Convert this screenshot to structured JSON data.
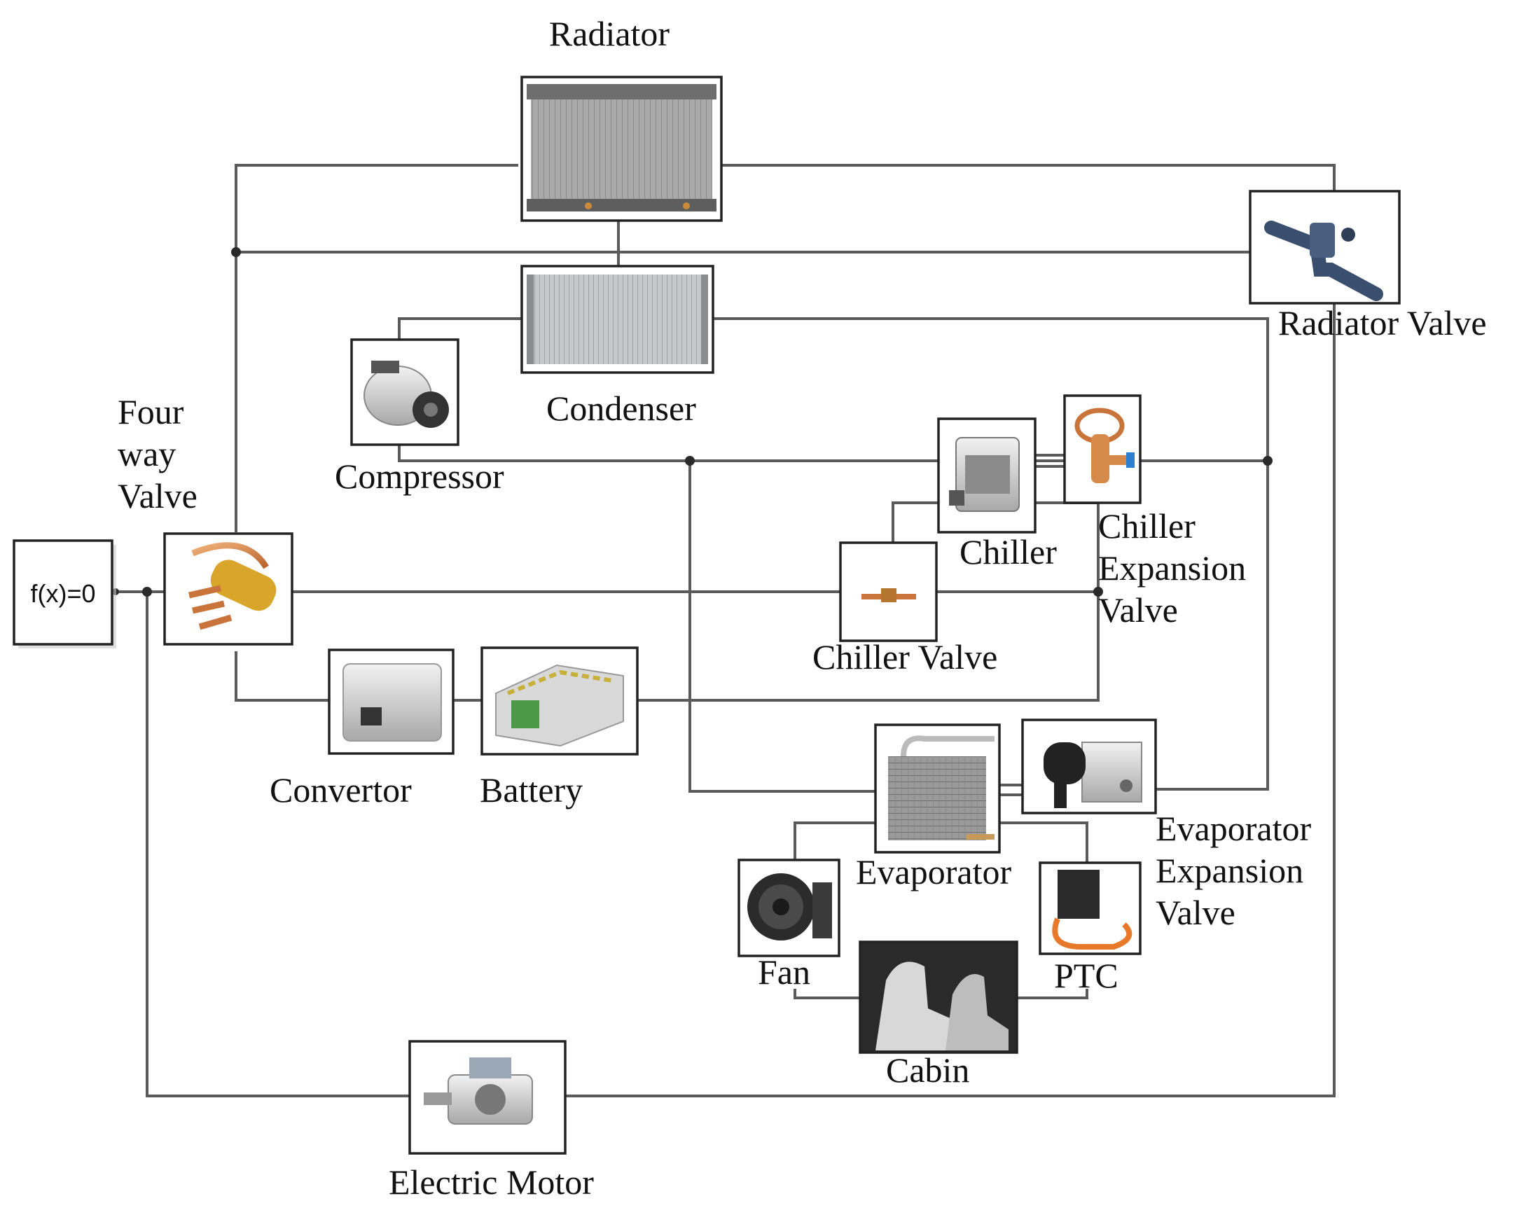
{
  "diagram": {
    "blocks": {
      "radiator": "Radiator",
      "radiator_valve": "Radiator Valve",
      "condenser": "Condenser",
      "compressor": "Compressor",
      "four_way_valve": [
        "Four",
        "way",
        "Valve"
      ],
      "solver": "f(x)=0",
      "chiller": "Chiller",
      "chiller_expansion_valve": [
        "Chiller",
        "Expansion",
        "Valve"
      ],
      "chiller_valve": "Chiller Valve",
      "convertor": "Convertor",
      "battery": "Battery",
      "evaporator": "Evaporator",
      "evaporator_expansion_valve": [
        "Evaporator",
        "Expansion",
        "Valve"
      ],
      "fan": "Fan",
      "ptc": "PTC",
      "cabin": "Cabin",
      "electric_motor": "Electric Motor"
    }
  }
}
